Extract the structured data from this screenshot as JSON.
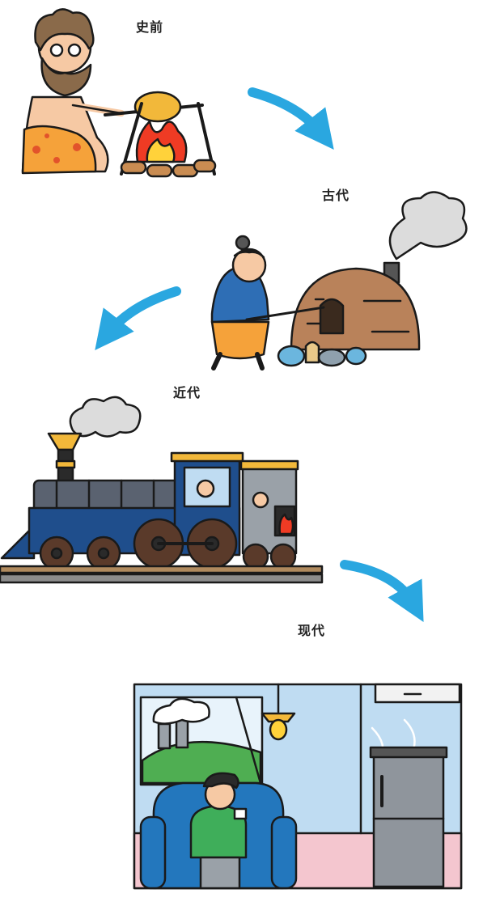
{
  "eras": [
    {
      "id": "prehistoric",
      "label": "史前"
    },
    {
      "id": "ancient",
      "label": "古代"
    },
    {
      "id": "early-modern",
      "label": "近代"
    },
    {
      "id": "modern",
      "label": "现代"
    }
  ],
  "colors": {
    "arrow": "#2aa7e0",
    "outline": "#1a1a1a",
    "fire": "#ef3b24",
    "flame_yellow": "#ffd23a",
    "skin": "#f6c9a4",
    "kiln": "#b9825a",
    "train_blue": "#1f4e8c",
    "train_body": "#5a6270",
    "room_wall": "#bfdcf2",
    "floor": "#f4c6cf",
    "sofa": "#2377bd",
    "shirt": "#3fae5a",
    "fridge": "#8f959c"
  }
}
